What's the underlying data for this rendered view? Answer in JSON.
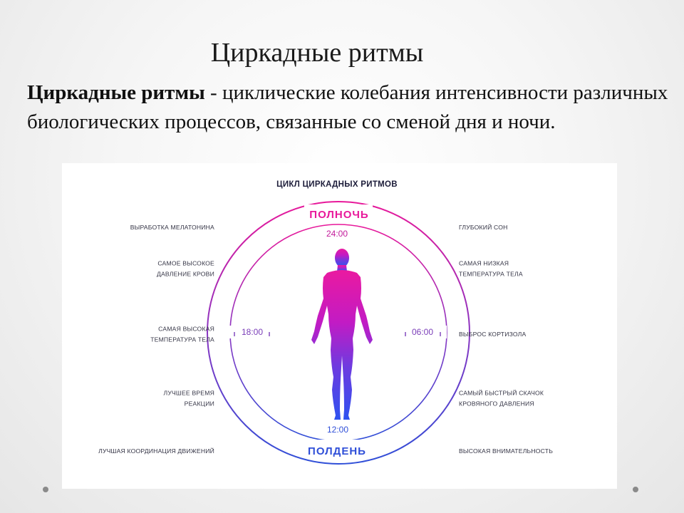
{
  "slide": {
    "title": "Циркадные ритмы",
    "definition_term": "Циркадные ритмы",
    "definition_text": " - циклические колебания интенсивности различных биологических процессов, связанные со сменой дня и ночи."
  },
  "diagram": {
    "title": "ЦИКЛ ЦИРКАДНЫХ РИТМОВ",
    "arc_top": "ПОЛНОЧЬ",
    "arc_bottom": "ПОЛДЕНЬ",
    "time_top": "24:00",
    "time_right": "06:00",
    "time_bottom": "12:00",
    "time_left": "18:00",
    "left_labels": [
      [
        "ВЫРАБОТКА МЕЛАТОНИНА"
      ],
      [
        "САМОЕ ВЫСОКОЕ",
        "ДАВЛЕНИЕ КРОВИ"
      ],
      [
        "САМАЯ ВЫСОКАЯ",
        "ТЕМПЕРАТУРА ТЕЛА"
      ],
      [
        "ЛУЧШЕЕ ВРЕМЯ",
        "РЕАКЦИИ"
      ],
      [
        "ЛУЧШАЯ КООРДИНАЦИЯ ДВИЖЕНИЙ"
      ]
    ],
    "right_labels": [
      [
        "ГЛУБОКИЙ СОН"
      ],
      [
        "САМАЯ НИЗКАЯ",
        "ТЕМПЕРАТУРА ТЕЛА"
      ],
      [
        "ВЫБРОС КОРТИЗОЛА"
      ],
      [
        "САМЫЙ БЫСТРЫЙ СКАЧОК",
        "КРОВЯНОГО ДАВЛЕНИЯ"
      ],
      [
        "ВЫСОКАЯ ВНИМАТЕЛЬНОСТЬ"
      ]
    ]
  },
  "colors": {
    "magenta": "#e8189a",
    "purple": "#7a3db8",
    "blue": "#2f4fd8"
  }
}
